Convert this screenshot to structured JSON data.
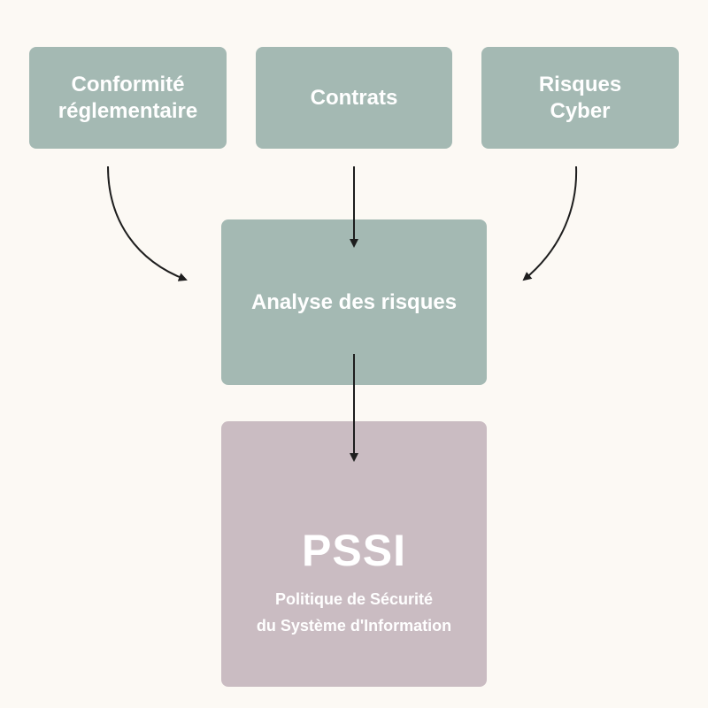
{
  "colors": {
    "background": "#fcf9f4",
    "box_green": "#a4b9b3",
    "box_mauve": "#cabcc2",
    "text": "#ffffff",
    "arrow": "#1e1e1e"
  },
  "inputs": [
    {
      "label": "Conformité\nréglementaire"
    },
    {
      "label": "Contrats"
    },
    {
      "label": "Risques\nCyber"
    }
  ],
  "analysis": {
    "label": "Analyse des risques"
  },
  "output": {
    "title": "PSSI",
    "subtitle": "Politique de Sécurité\ndu Système d'Information"
  }
}
